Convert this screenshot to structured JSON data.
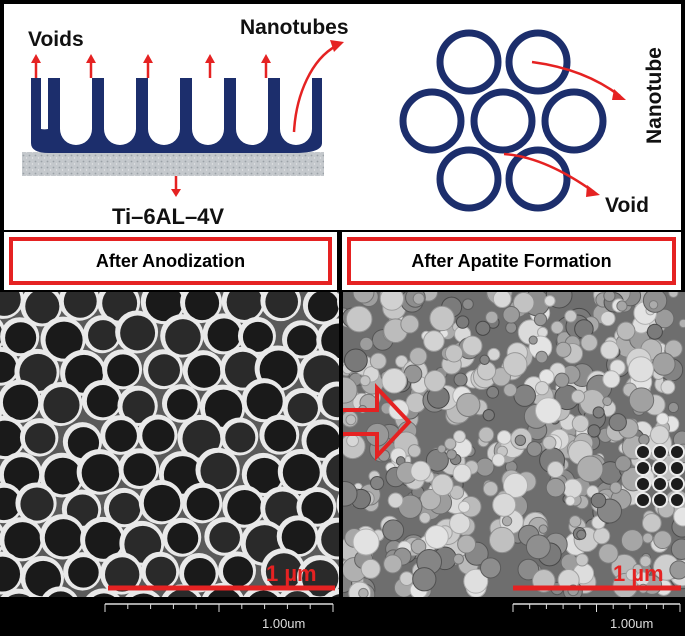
{
  "schematic": {
    "voids_label": "Voids",
    "nanotubes_label": "Nanotubes",
    "substrate_label": "Ti–6AL–4V",
    "nanotube_label": "Nanotube",
    "void_label": "Void"
  },
  "captions": {
    "left": "After Anodization",
    "right": "After Apatite Formation"
  },
  "micrographs": {
    "left_scalebar": "1 µm",
    "right_scalebar": "1 µm"
  },
  "scale_strip": {
    "left_value": "1.00um",
    "right_value": "1.00um"
  },
  "colors": {
    "navy": "#1c2e6c",
    "red": "#e52222",
    "frame": "#000000"
  }
}
